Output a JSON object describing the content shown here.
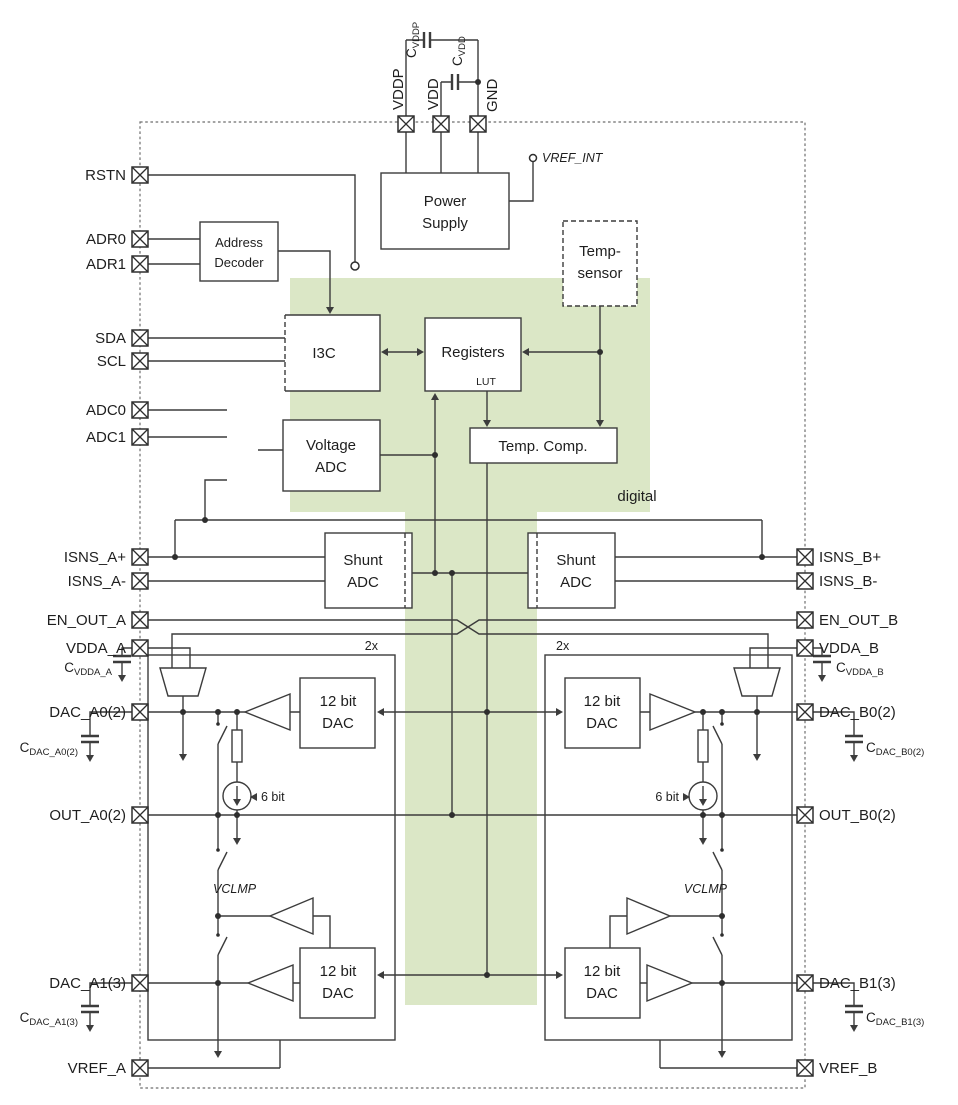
{
  "colors": {
    "digital_fill": "#dbe7c6",
    "line": "#3c3c3c",
    "background": "#ffffff"
  },
  "top": {
    "c_vddp": {
      "base": "C",
      "sub": "VDDP"
    },
    "c_vdd": {
      "base": "C",
      "sub": "VDD"
    },
    "pin_vddp": "VDDP",
    "pin_vdd": "VDD",
    "pin_gnd": "GND",
    "vref_int": "VREF_INT"
  },
  "pins_left": {
    "rstn": "RSTN",
    "adr0": "ADR0",
    "adr1": "ADR1",
    "sda": "SDA",
    "scl": "SCL",
    "adc0": "ADC0",
    "adc1": "ADC1",
    "isns_a_plus": "ISNS_A+",
    "isns_a_minus": "ISNS_A-",
    "en_out_a": "EN_OUT_A",
    "vdda_a": "VDDA_A",
    "dac_a0": "DAC_A0(2)",
    "out_a0": "OUT_A0(2)",
    "dac_a1": "DAC_A1(3)",
    "vref_a": "VREF_A"
  },
  "pins_right": {
    "isns_b_plus": "ISNS_B+",
    "isns_b_minus": "ISNS_B-",
    "en_out_b": "EN_OUT_B",
    "vdda_b": "VDDA_B",
    "dac_b0": "DAC_B0(2)",
    "out_b0": "OUT_B0(2)",
    "dac_b1": "DAC_B1(3)",
    "vref_b": "VREF_B"
  },
  "blocks": {
    "power_supply": {
      "line1": "Power",
      "line2": "Supply"
    },
    "temp_sensor": {
      "line1": "Temp-",
      "line2": "sensor"
    },
    "address_decoder": {
      "line1": "Address",
      "line2": "Decoder"
    },
    "i3c": "I3C",
    "registers": "Registers",
    "lut": "LUT",
    "voltage_adc": {
      "line1": "Voltage",
      "line2": "ADC"
    },
    "temp_comp": "Temp. Comp.",
    "shunt_adc": {
      "line1": "Shunt",
      "line2": "ADC"
    },
    "dac_12bit": {
      "line1": "12 bit",
      "line2": "DAC"
    },
    "digital_region": "digital"
  },
  "annotations": {
    "mult_a": "2x",
    "mult_b": "2x",
    "bit6_a": "6 bit",
    "bit6_b": "6 bit",
    "vclmp_a": "VCLMP",
    "vclmp_b": "VCLMP"
  },
  "caps_left": {
    "c_vdda_a": {
      "base": "C",
      "sub": "VDDA_A"
    },
    "c_dac_a0": {
      "base": "C",
      "sub": "DAC_A0(2)"
    },
    "c_dac_a1": {
      "base": "C",
      "sub": "DAC_A1(3)"
    }
  },
  "caps_right": {
    "c_vdda_b": {
      "base": "C",
      "sub": "VDDA_B"
    },
    "c_dac_b0": {
      "base": "C",
      "sub": "DAC_B0(2)"
    },
    "c_dac_b1": {
      "base": "C",
      "sub": "DAC_B1(3)"
    }
  }
}
